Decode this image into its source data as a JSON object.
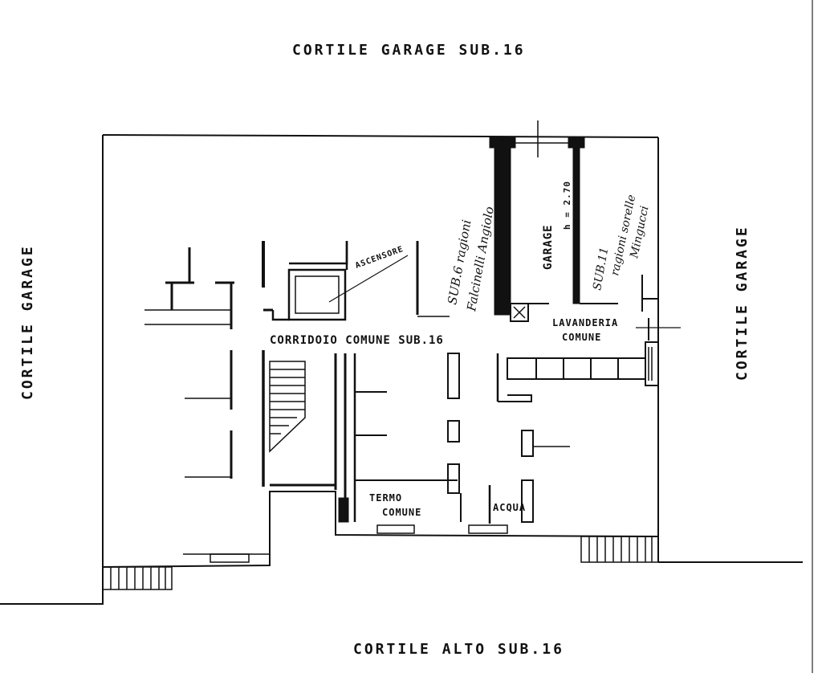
{
  "labels": {
    "top": "CORTILE GARAGE SUB.16",
    "bottom": "CORTILE ALTO SUB.16",
    "left": "CORTILE GARAGE",
    "right": "CORTILE GARAGE",
    "corridor": "CORRIDOIO COMUNE SUB.16",
    "laundry_1": "LAVANDERIA",
    "laundry_2": "COMUNE",
    "heating_1": "TERMO",
    "heating_2": "COMUNE",
    "water": "ACQUA",
    "garage": "GARAGE",
    "height": "h = 2.70",
    "elevator": "ASCENSORE",
    "sub6_1": "SUB.6 ragioni",
    "sub6_2": "Falcinelli Angiolo",
    "sub11_1": "SUB.11",
    "sub11_2": "ragioni sorelle",
    "sub11_3": "Mingucci"
  },
  "colors": {
    "ink": "#111111",
    "paper": "#ffffff"
  }
}
